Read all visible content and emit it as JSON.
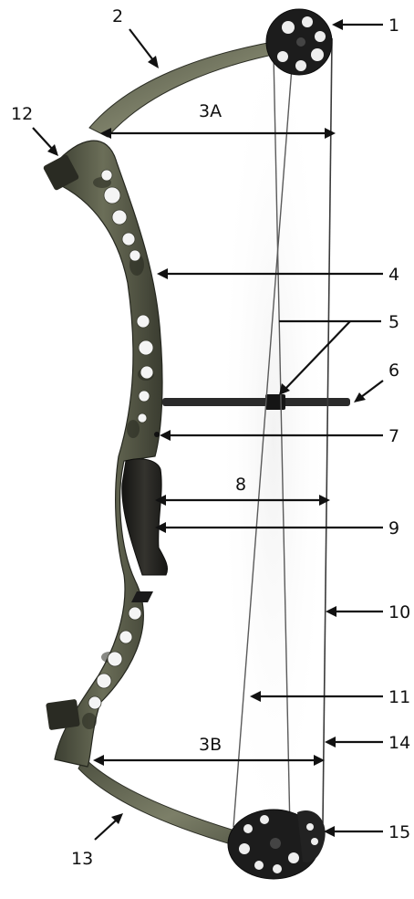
{
  "labels": {
    "l1": "1",
    "l2": "2",
    "l3a": "3A",
    "l3b": "3B",
    "l4": "4",
    "l5": "5",
    "l6": "6",
    "l7": "7",
    "l8": "8",
    "l9": "9",
    "l10": "10",
    "l11": "11",
    "l12": "12",
    "l13": "13",
    "l14": "14",
    "l15": "15"
  },
  "colors": {
    "camo_dark": "#2f3227",
    "camo_mid": "#5d6149",
    "camo_light": "#8a8c74",
    "grip": "#242320",
    "cam": "#1c1c1c",
    "string": "#3a3a3a",
    "annotation": "#111111"
  }
}
